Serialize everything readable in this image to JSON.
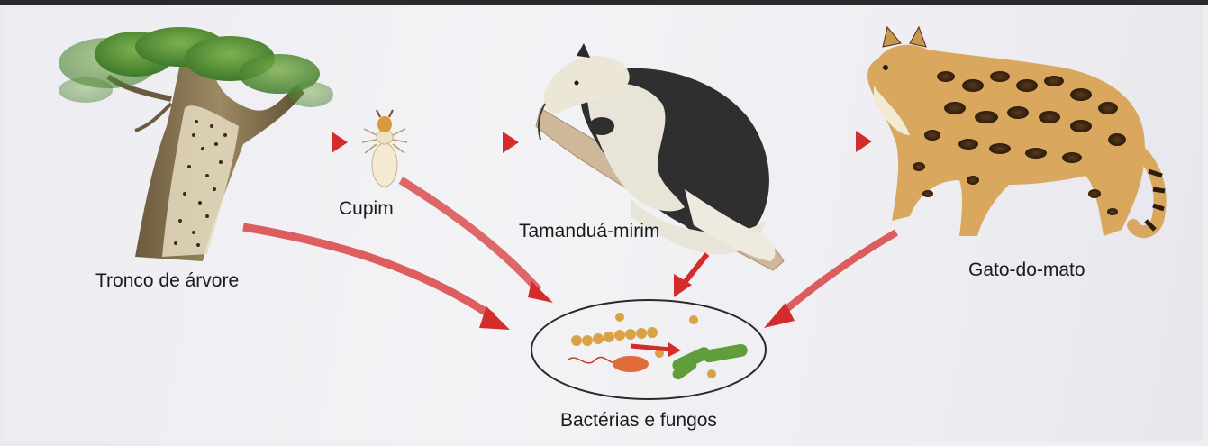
{
  "labels": {
    "tree": "Tronco de árvore",
    "termite": "Cupim",
    "anteater": "Tamanduá-mirim",
    "ocelot": "Gato-do-mato",
    "decomposers": "Bactérias e fungos"
  },
  "colors": {
    "arrow": "#d42c2c",
    "text": "#1b1b1b"
  }
}
